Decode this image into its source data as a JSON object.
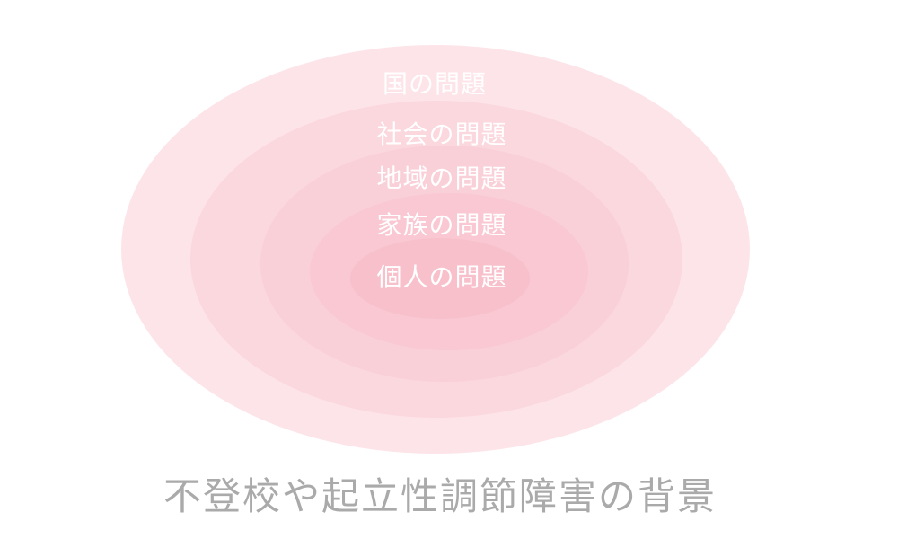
{
  "diagram": {
    "type": "concentric-ellipses",
    "layers": [
      {
        "label": "国の問題",
        "color": "#fde4e9"
      },
      {
        "label": "社会の問題",
        "color": "#fbd7de"
      },
      {
        "label": "地域の問題",
        "color": "#fad0d8"
      },
      {
        "label": "家族の問題",
        "color": "#f9c8d2"
      },
      {
        "label": "個人の問題",
        "color": "#f8c0cb"
      }
    ],
    "label_color": "#ffffff"
  },
  "caption": {
    "text": "不登校や起立性調節障害の背景",
    "color": "#aaaaaa"
  }
}
